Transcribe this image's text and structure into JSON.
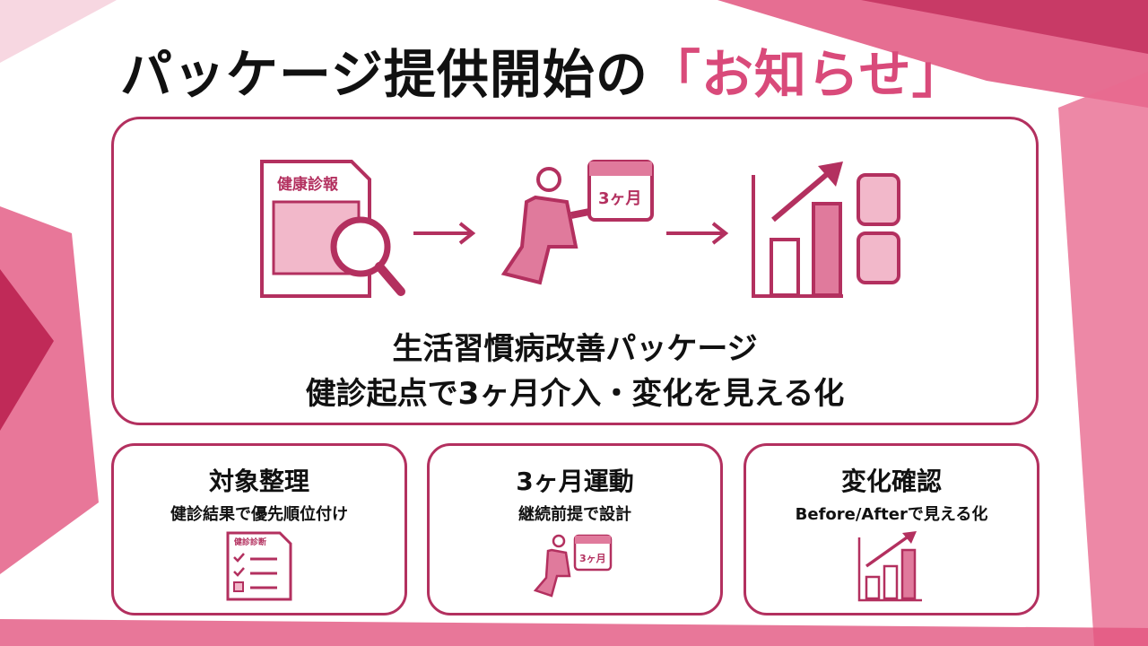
{
  "title": {
    "main": "パッケージ提供開始の",
    "accent": "「お知らせ」"
  },
  "hero": {
    "doc_label": "健康診報",
    "calendar_label": "3ヶ月",
    "line1": "生活習慣病改善パッケージ",
    "line2": "健診起点で3ヶ月介入・変化を見える化"
  },
  "cards": [
    {
      "title": "対象整理",
      "subtitle": "健診結果で優先順位付け",
      "icon_label": "健診診断"
    },
    {
      "title": "3ヶ月運動",
      "subtitle": "継続前提で設計",
      "icon_label": "3ヶ月"
    },
    {
      "title": "変化確認",
      "subtitle": "Before/Afterで見える化"
    }
  ],
  "colors": {
    "accent": "#b3305f",
    "light": "#e07a9c"
  }
}
